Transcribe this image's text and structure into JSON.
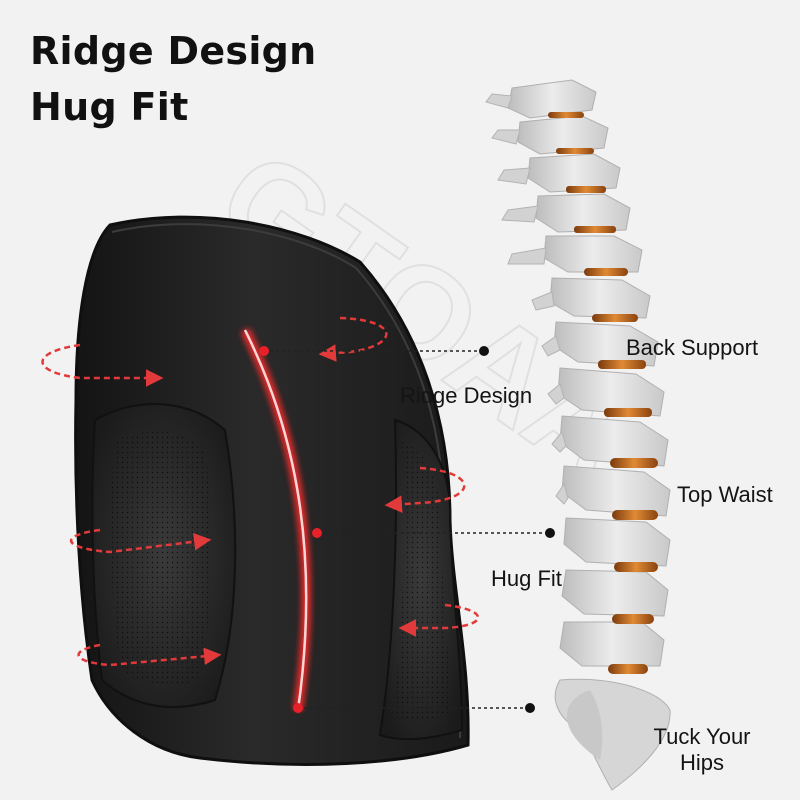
{
  "headline": {
    "line1": "Ridge Design",
    "line2": "Hug Fit"
  },
  "callouts": {
    "back_support": "Back Support",
    "ridge_design": "Ridge Design",
    "top_waist": "Top Waist",
    "hug_fit": "Hug Fit",
    "tuck_hips_line1": "Tuck Your",
    "tuck_hips_line2": "Hips"
  },
  "watermark": "GTOAA",
  "colors": {
    "background": "#f2f2f2",
    "cushion": "#222222",
    "ridge_glow": "#e8202a",
    "arrow": "#e23a3a",
    "dots": "#111111",
    "spine_bone": "#d8d8d8",
    "spine_disc": "#c96a1e"
  }
}
